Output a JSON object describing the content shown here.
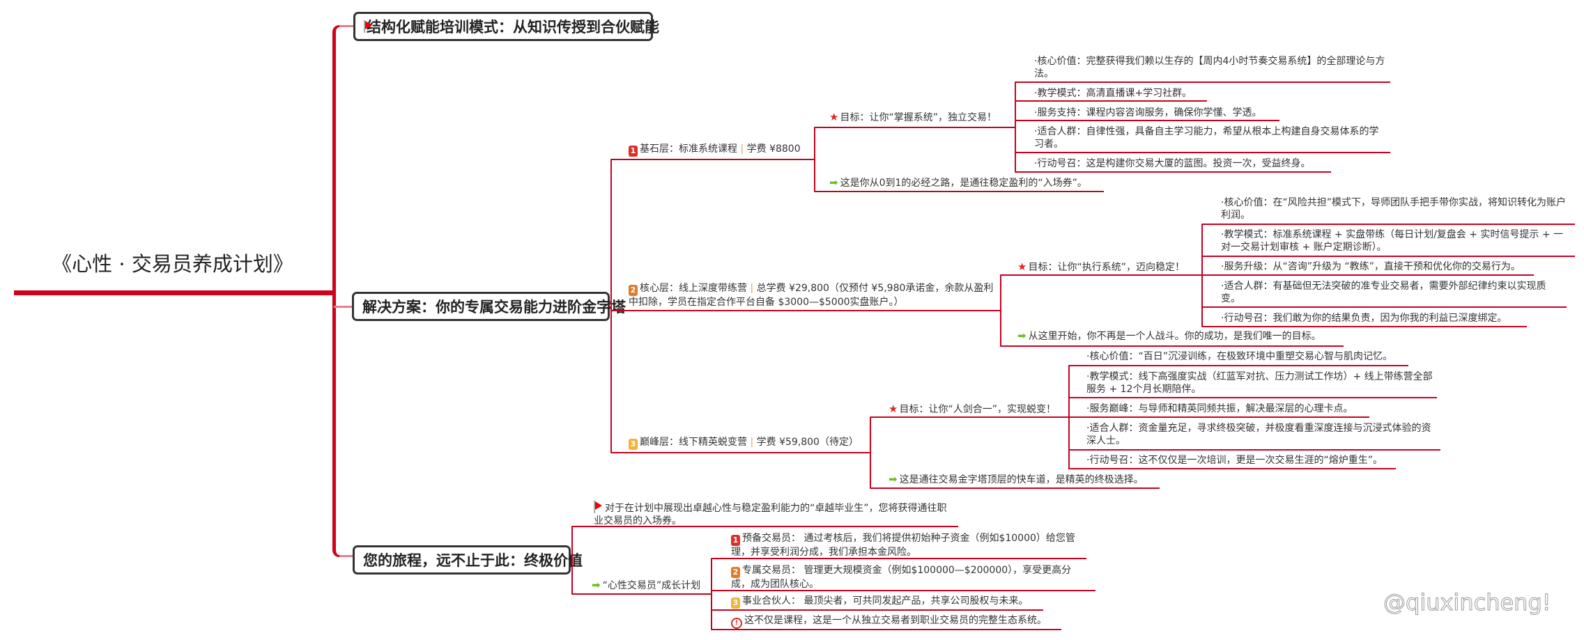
{
  "root": {
    "title": "《心性 · 交易员养成计划》"
  },
  "branch1": {
    "title": "结构化赋能培训模式：从知识传授到合伙赋能"
  },
  "branch2": {
    "title": "解决方案：你的专属交易能力进阶金字塔",
    "levels": [
      {
        "badge": "1",
        "name": "基石层：标准系统课程",
        "sep": "|",
        "fee": "学费 ¥8800",
        "goal": "目标：让你“掌握系统”，独立交易！",
        "items": [
          "·核心价值：完整获得我们赖以生存的【周内4小时节奏交易系统】的全部理论与方法。",
          "·教学模式：高清直播课+学习社群。",
          "·服务支持：课程内容咨询服务，确保你学懂、学透。",
          "·适合人群：自律性强，具备自主学习能力，希望从根本上构建自身交易体系的学习者。",
          "·行动号召：这是构建你交易大厦的蓝图。投资一次，受益终身。"
        ],
        "summary": "这是你从0到1的必经之路，是通往稳定盈利的“入场券”。"
      },
      {
        "badge": "2",
        "name": "核心层：线上深度带练营",
        "sep": "|",
        "fee": "总学费 ¥29,800（仅预付 ¥5,980承诺金，余款从盈利中扣除，学员在指定合作平台自备 $3000—$5000实盘账户。）",
        "goal": "目标：让你“执行系统”，迈向稳定！",
        "items": [
          "·核心价值：在“风险共担”模式下，导师团队手把手带你实战，将知识转化为账户利润。",
          "·教学模式：标准系统课程 + 实盘带练（每日计划/复盘会 + 实时信号提示 + 一对一交易计划审核 + 账户定期诊断）。",
          "·服务升级：从“咨询”升级为 “教练”，直接干预和优化你的交易行为。",
          "·适合人群：有基础但无法突破的准专业交易者，需要外部纪律约束以实现质变。",
          "·行动号召：我们敢为你的结果负责，因为你我的利益已深度绑定。"
        ],
        "summary": "从这里开始，你不再是一个人战斗。你的成功，是我们唯一的目标。"
      },
      {
        "badge": "3",
        "name": "巅峰层：线下精英蜕变营",
        "sep": "|",
        "fee": "学费 ¥59,800（待定）",
        "goal": "目标：让你“人剑合一”，实现蜕变！",
        "items": [
          "·核心价值：“百日”沉浸训练，在极致环境中重塑交易心智与肌肉记忆。",
          "·教学模式：线下高强度实战（红蓝军对抗、压力测试工作坊）+ 线上带练营全部服务 + 12个月长期陪伴。",
          "·服务巅峰：与导师和精英同频共振，解决最深层的心理卡点。",
          "·适合人群：资金量充足，寻求终极突破，并极度看重深度连接与沉浸式体验的资深人士。",
          "·行动号召：这不仅仅是一次培训，更是一次交易生涯的“熔炉重生”。"
        ],
        "summary": "这是通往交易金字塔顶层的快车道，是精英的终极选择。"
      }
    ]
  },
  "branch3": {
    "title": "您的旅程，远不止于此：终极价值",
    "note": "对于在计划中展现出卓越心性与稳定盈利能力的“卓越毕业生”，您将获得通往职业交易员的入场券。",
    "plan": {
      "title": "“心性交易员”成长计划",
      "items": [
        {
          "badge": "1",
          "text": "预备交易员： 通过考核后，我们将提供初始种子资金（例如$10000）给您管理，并享受利润分成，我们承担本金风险。"
        },
        {
          "badge": "2",
          "text": "专属交易员： 管理更大规模资金（例如$100000—$200000），享受更高分成，成为团队核心。"
        },
        {
          "badge": "3",
          "text": "事业合伙人： 最顶尖者，可共同发起产品，共享公司股权与未来。"
        },
        {
          "badge": "!",
          "text": "这不仅是课程，这是一个从独立交易者到职业交易员的完整生态系统。"
        }
      ]
    }
  },
  "watermark": "@qiuxincheng!",
  "colors": {
    "line": "#c8001e",
    "trunk": "#d0021b",
    "arrow": "#6bbf1f",
    "star": "#e02424"
  }
}
